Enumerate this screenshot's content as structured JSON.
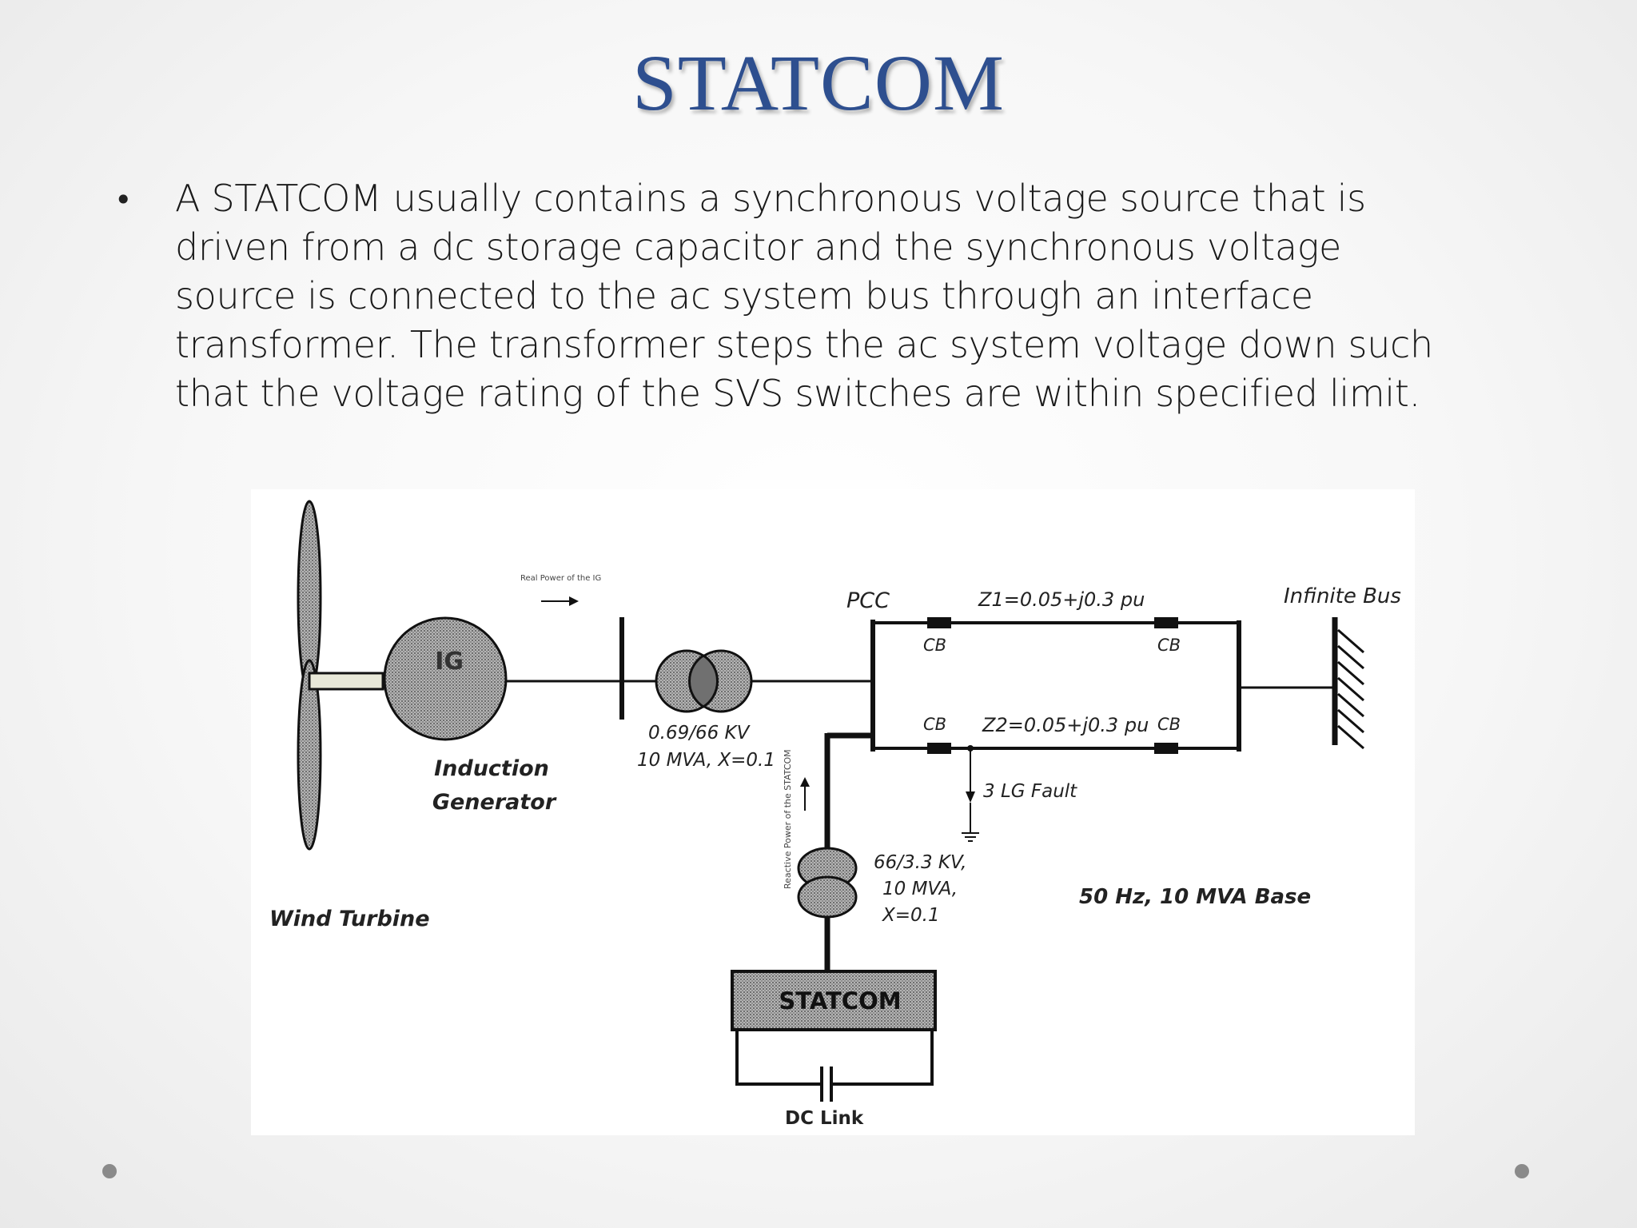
{
  "slide": {
    "title": "STATCOM",
    "bullet_symbol": "•",
    "bullet_lines": [
      "A STATCOM usually contains a synchronous voltage source that is",
      "driven from a dc storage capacitor and the synchronous voltage",
      "source is connected to the ac system bus through an interface",
      "transformer. The transformer steps the ac system voltage down such",
      "that the voltage rating of the SVS switches are within specified limit."
    ]
  },
  "diagram": {
    "real_power_label": "Real Power of the IG",
    "ig_label": "IG",
    "induction_line1": "Induction",
    "induction_line2": "Generator",
    "wind_turbine_label": "Wind Turbine",
    "transformer1_line1": "0.69/66 KV",
    "transformer1_line2": "10 MVA, X=0.1",
    "reactive_power_label": "Reactive Power of the STATCOM",
    "pcc_label": "PCC",
    "z1_label": "Z1=0.05+j0.3 pu",
    "z2_label": "Z2=0.05+j0.3 pu",
    "cb_label": "CB",
    "infinite_bus_label": "Infinite Bus",
    "fault_label": "3 LG Fault",
    "transformer2_line1": "66/3.3 KV,",
    "transformer2_line2": "10 MVA,",
    "transformer2_line3": "X=0.1",
    "base_label": "50 Hz, 10 MVA Base",
    "statcom_label": "STATCOM",
    "dc_link_label": "DC Link"
  },
  "colors": {
    "title": "#2e4f8f",
    "text": "#1a1a1a",
    "diagram_line": "#111111",
    "equipment_fill": "#9a9a9a",
    "corner_dots": "#8a8a8a"
  }
}
